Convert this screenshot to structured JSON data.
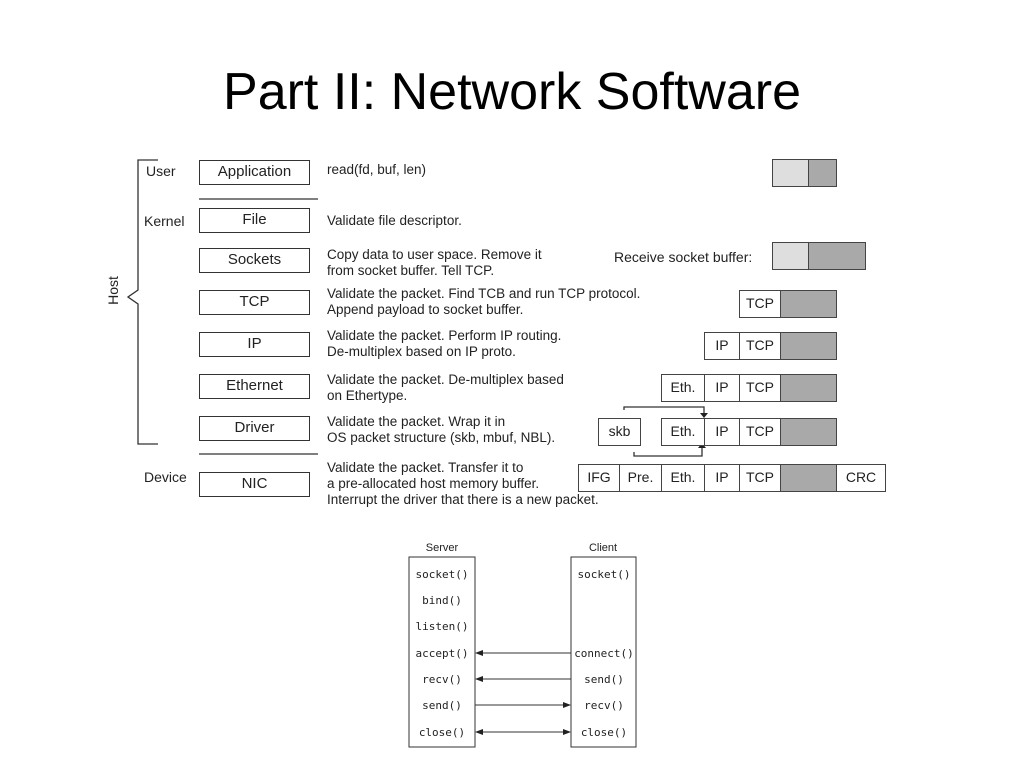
{
  "slide": {
    "title": "Part II: Network Software"
  },
  "stack": {
    "host_label": "Host",
    "groups": [
      "User",
      "Kernel",
      "Device"
    ],
    "layers": [
      {
        "name": "Application",
        "desc": [
          "read(fd, buf, len)"
        ]
      },
      {
        "name": "File",
        "desc": [
          "Validate file descriptor."
        ]
      },
      {
        "name": "Sockets",
        "desc": [
          "Copy data to user space. Remove it",
          "from socket buffer. Tell TCP."
        ]
      },
      {
        "name": "TCP",
        "desc": [
          "Validate the packet. Find TCB and run TCP protocol.",
          "Append payload to socket buffer."
        ]
      },
      {
        "name": "IP",
        "desc": [
          "Validate the packet. Perform IP routing.",
          "De-multiplex based on IP proto."
        ]
      },
      {
        "name": "Ethernet",
        "desc": [
          "Validate the packet. De-multiplex based",
          "on Ethertype."
        ]
      },
      {
        "name": "Driver",
        "desc": [
          "Validate the packet. Wrap it in",
          "OS packet structure (skb, mbuf, NBL)."
        ]
      },
      {
        "name": "NIC",
        "desc": [
          "Validate the packet. Transfer it to",
          "a pre-allocated host memory buffer.",
          "Interrupt the driver that there is a new packet."
        ]
      }
    ],
    "receive_buffer_label": "Receive socket buffer:",
    "fields": {
      "tcp": "TCP",
      "ip": "IP",
      "eth": "Eth.",
      "skb": "skb",
      "ifg": "IFG",
      "pre": "Pre.",
      "crc": "CRC"
    }
  },
  "socket_api": {
    "server_title": "Server",
    "client_title": "Client",
    "server_calls": [
      "socket()",
      "bind()",
      "listen()",
      "accept()",
      "recv()",
      "send()",
      "close()"
    ],
    "client_calls": [
      "socket()",
      "connect()",
      "send()",
      "recv()",
      "close()"
    ]
  }
}
